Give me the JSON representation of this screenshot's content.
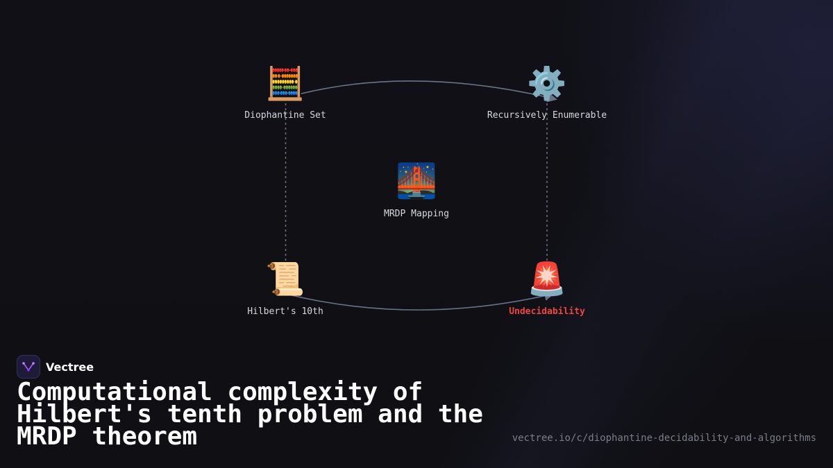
{
  "diagram": {
    "nodes": [
      {
        "id": "diophantine",
        "icon": "🧮",
        "icon_name": "abacus-icon",
        "label": "Diophantine Set"
      },
      {
        "id": "re",
        "icon": "⚙️",
        "icon_name": "gear-icon",
        "label": "Recursively Enumerable"
      },
      {
        "id": "mrdp",
        "icon": "🌉",
        "icon_name": "bridge-at-night-icon",
        "label": "MRDP Mapping"
      },
      {
        "id": "hilbert",
        "icon": "📜",
        "icon_name": "scroll-icon",
        "label": "Hilbert's 10th"
      },
      {
        "id": "undecidability",
        "icon": "🚨",
        "icon_name": "police-light-icon",
        "label": "Undecidability",
        "color": "#ef4444"
      }
    ],
    "edges": [
      {
        "from": "diophantine",
        "to": "re",
        "style": "curved-arrow"
      },
      {
        "from": "hilbert",
        "to": "undecidability",
        "style": "curved-arrow"
      },
      {
        "from": "diophantine",
        "to": "hilbert",
        "style": "dashed"
      },
      {
        "from": "re",
        "to": "undecidability",
        "style": "dashed"
      }
    ],
    "edge_color": "#6b7487"
  },
  "brand": {
    "name": "Vectree",
    "logo_icon": "vectree-logo-icon"
  },
  "title": "Computational complexity of Hilbert's tenth problem and the MRDP theorem",
  "url": "vectree.io/c/diophantine-decidability-and-algorithms"
}
